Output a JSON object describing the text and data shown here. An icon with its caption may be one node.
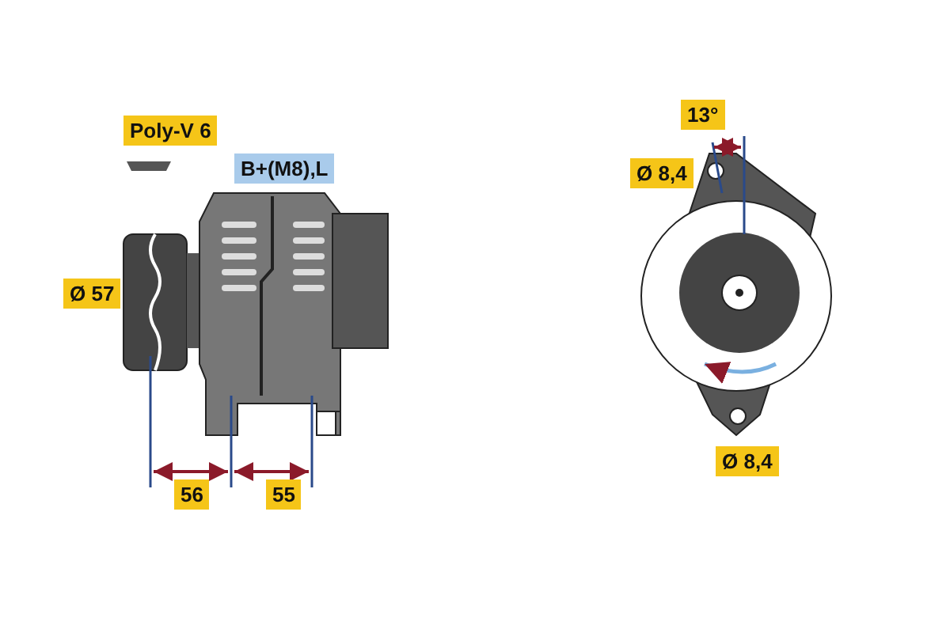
{
  "diagram": {
    "labels": [
      "Poly-V 6",
      "13°",
      "Ø 8,4",
      "B+(M8),L",
      "Ø 57",
      "Ø 8,4",
      "56",
      "55"
    ]
  }
}
